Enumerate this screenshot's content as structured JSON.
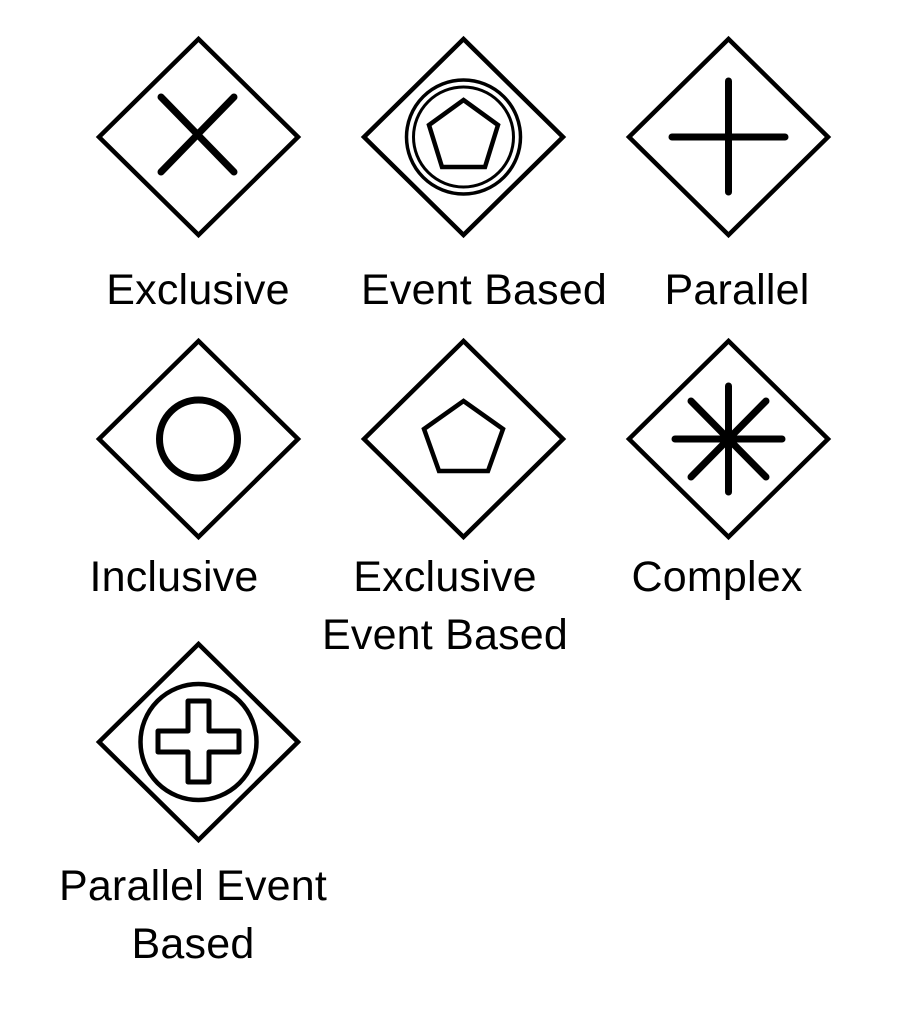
{
  "gateways": {
    "exclusive": {
      "label": "Exclusive",
      "icon": "x-marker-icon"
    },
    "event_based": {
      "label": "Event Based",
      "icon": "double-circle-pentagon-icon"
    },
    "parallel": {
      "label": "Parallel",
      "icon": "plus-marker-icon"
    },
    "inclusive": {
      "label": "Inclusive",
      "icon": "circle-marker-icon"
    },
    "exclusive_event_based": {
      "label_line1": "Exclusive",
      "label_line2": "Event Based",
      "icon": "pentagon-marker-icon"
    },
    "complex": {
      "label": "Complex",
      "icon": "asterisk-marker-icon"
    },
    "parallel_event_based": {
      "label_line1": "Parallel Event",
      "label_line2": "Based",
      "icon": "circle-outlined-plus-icon"
    }
  },
  "colors": {
    "stroke": "#000000",
    "background": "#ffffff"
  }
}
